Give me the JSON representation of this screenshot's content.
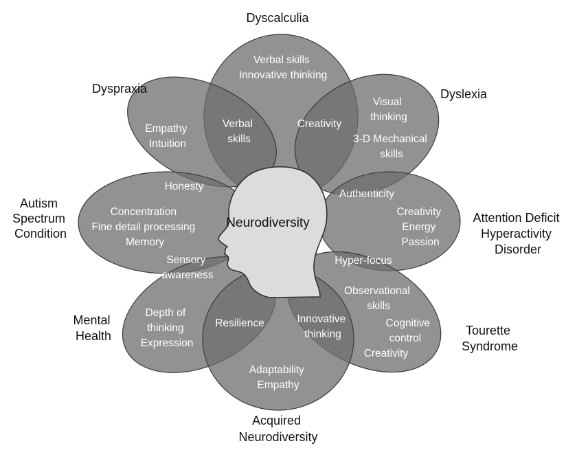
{
  "diagram": {
    "center": "Neurodiversity",
    "categories": {
      "dyscalculia": [
        "Dyscalculia"
      ],
      "dyspraxia": [
        "Dyspraxia"
      ],
      "dyslexia": [
        "Dyslexia"
      ],
      "autism": [
        "Autism",
        "Spectrum",
        "Condition"
      ],
      "adhd": [
        "Attention Deficit",
        "Hyperactivity",
        "Disorder"
      ],
      "mental_health": [
        "Mental",
        "Health"
      ],
      "tourette": [
        "Tourette",
        "Syndrome"
      ],
      "acquired": [
        "Acquired",
        "Neurodiversity"
      ]
    },
    "traits": {
      "dyscalculia_top": [
        "Verbal skills",
        "Innovative thinking"
      ],
      "dyscalculia_dyspraxia": [
        "Verbal",
        "skills"
      ],
      "dyscalculia_dyslexia": [
        "Creativity"
      ],
      "dyslexia_visual": [
        "Visual",
        "thinking"
      ],
      "dyslexia_mechanical": [
        "3-D Mechanical",
        "skills"
      ],
      "dyspraxia_main": [
        "Empathy",
        "Intuition"
      ],
      "dyspraxia_autism": [
        "Honesty"
      ],
      "dyslexia_adhd": [
        "Authenticity"
      ],
      "autism_main": [
        "Concentration",
        "Fine detail processing",
        "Memory"
      ],
      "adhd_main": [
        "Creativity",
        "Energy",
        "Passion"
      ],
      "autism_mental": [
        "Sensory",
        "awareness"
      ],
      "adhd_tourette": [
        "Hyper-focus"
      ],
      "tourette_observational": [
        "Observational",
        "skills"
      ],
      "mental_main": [
        "Depth of",
        "thinking",
        "Expression"
      ],
      "mental_acquired": [
        "Resilience"
      ],
      "acquired_tourette": [
        "Innovative",
        "thinking"
      ],
      "tourette_main": [
        "Cognitive",
        "control",
        "Creativity"
      ],
      "acquired_main": [
        "Adaptability",
        "Empathy"
      ]
    }
  }
}
